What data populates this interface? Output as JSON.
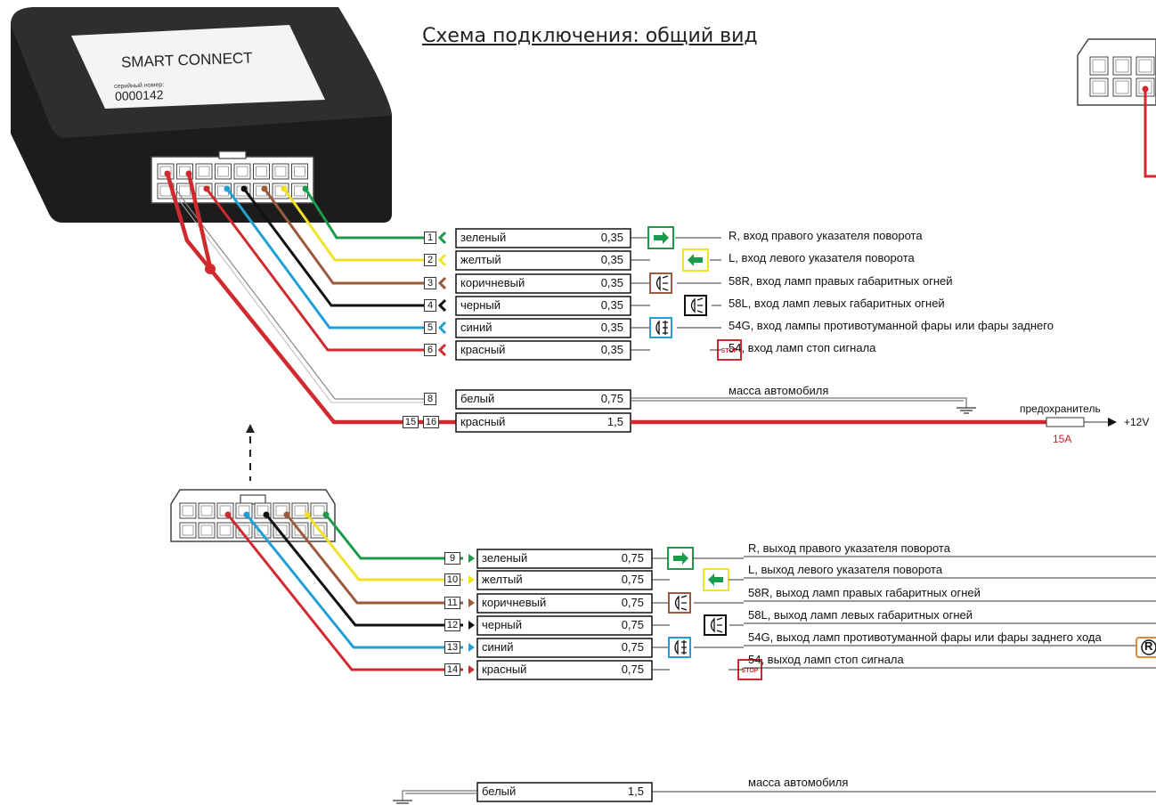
{
  "title": "Схема подключения: общий вид",
  "device": {
    "name": "SMART CONNECT",
    "serial_label": "серийный номер:",
    "serial": "0000142"
  },
  "colors": {
    "green": "#1a9a4a",
    "yellow": "#f2e227",
    "brown": "#9b5a3c",
    "black": "#111111",
    "blue": "#22a0d6",
    "red": "#d12a2e",
    "white": "#999999",
    "orange": "#e0893a"
  },
  "input_wires": [
    {
      "pin": "1",
      "label": "зеленый",
      "gauge": "0,35",
      "color": "green",
      "icon": "turn-right-icon",
      "desc": "R, вход  правого указателя поворота"
    },
    {
      "pin": "2",
      "label": "желтый",
      "gauge": "0,35",
      "color": "yellow",
      "icon": "turn-left-icon",
      "desc": "L, вход левого указателя поворота"
    },
    {
      "pin": "3",
      "label": "коричневый",
      "gauge": "0,35",
      "color": "brown",
      "icon": "parking-light-icon",
      "desc": "58R, вход ламп правых габаритных огней"
    },
    {
      "pin": "4",
      "label": "черный",
      "gauge": "0,35",
      "color": "black",
      "icon": "parking-light-icon",
      "desc": "58L, вход ламп  левых габаритных огней"
    },
    {
      "pin": "5",
      "label": "синий",
      "gauge": "0,35",
      "color": "blue",
      "icon": "fog-light-icon",
      "desc": "54G, вход лампы противотуманной фары или фары заднего"
    },
    {
      "pin": "6",
      "label": "красный",
      "gauge": "0,35",
      "color": "red",
      "icon": "stop-icon",
      "desc": "54, вход ламп стоп сигнала"
    }
  ],
  "ground_wire": {
    "pin": "8",
    "label": "белый",
    "gauge": "0,75",
    "desc": "масса автомобиля"
  },
  "power_wire": {
    "pins": [
      "15",
      "16"
    ],
    "label": "красный",
    "gauge": "1,5"
  },
  "fuse": {
    "label": "предохранитель",
    "rating": "15A",
    "supply": "+12V"
  },
  "output_wires": [
    {
      "pin": "9",
      "label": "зеленый",
      "gauge": "0,75",
      "color": "green",
      "icon": "turn-right-icon",
      "desc": "R, выход правого указателя поворота"
    },
    {
      "pin": "10",
      "label": "желтый",
      "gauge": "0,75",
      "color": "yellow",
      "icon": "turn-left-icon",
      "desc": "L, выход  левого указателя поворота"
    },
    {
      "pin": "11",
      "label": "коричневый",
      "gauge": "0,75",
      "color": "brown",
      "icon": "parking-light-icon",
      "desc": "58R, выход ламп правых габаритных огней"
    },
    {
      "pin": "12",
      "label": "черный",
      "gauge": "0,75",
      "color": "black",
      "icon": "parking-light-icon",
      "desc": "58L, выход ламп левых габаритных огней"
    },
    {
      "pin": "13",
      "label": "синий",
      "gauge": "0,75",
      "color": "blue",
      "icon": "fog-light-icon",
      "desc": "54G, выход ламп противотуманной фары или фары заднего хода"
    },
    {
      "pin": "14",
      "label": "красный",
      "gauge": "0,75",
      "color": "red",
      "icon": "stop-icon",
      "desc": "54, выход ламп стоп сигнала"
    }
  ],
  "bottom_ground": {
    "label": "белый",
    "gauge": "1,5",
    "desc": "масса автомобиля"
  },
  "reverse_badge": "R",
  "stop_text": "STOP"
}
